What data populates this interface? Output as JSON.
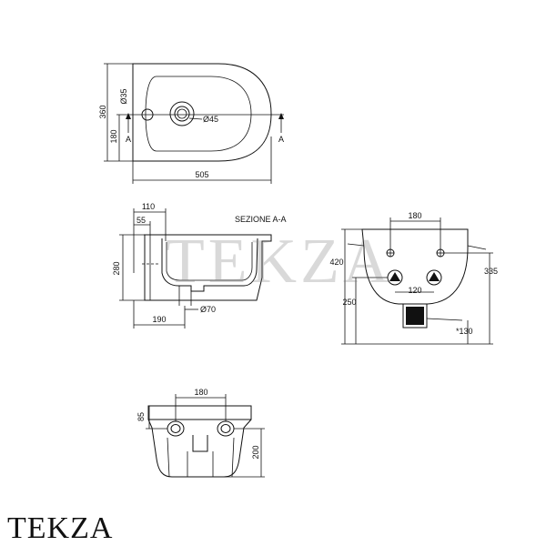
{
  "brand": "TEKZA",
  "watermark": "TEKZA",
  "top_view": {
    "dim_depth": "360",
    "dim_axis": "180",
    "dim_tap_hole": "Ø35",
    "dim_drain": "Ø45",
    "dim_width": "505",
    "section_mark_left": "A",
    "section_mark_right": "A"
  },
  "section_view": {
    "title": "SEZIONE A-A",
    "dim_110": "110",
    "dim_55": "55",
    "dim_height": "280",
    "dim_190": "190",
    "dim_waste": "Ø70"
  },
  "back_view": {
    "dim_bolts": "180",
    "dim_height": "420",
    "dim_335": "335",
    "dim_250": "250",
    "dim_supply": "120",
    "dim_waste": "*130"
  },
  "front_view": {
    "dim_bolts": "180",
    "dim_85": "85",
    "dim_200": "200"
  }
}
